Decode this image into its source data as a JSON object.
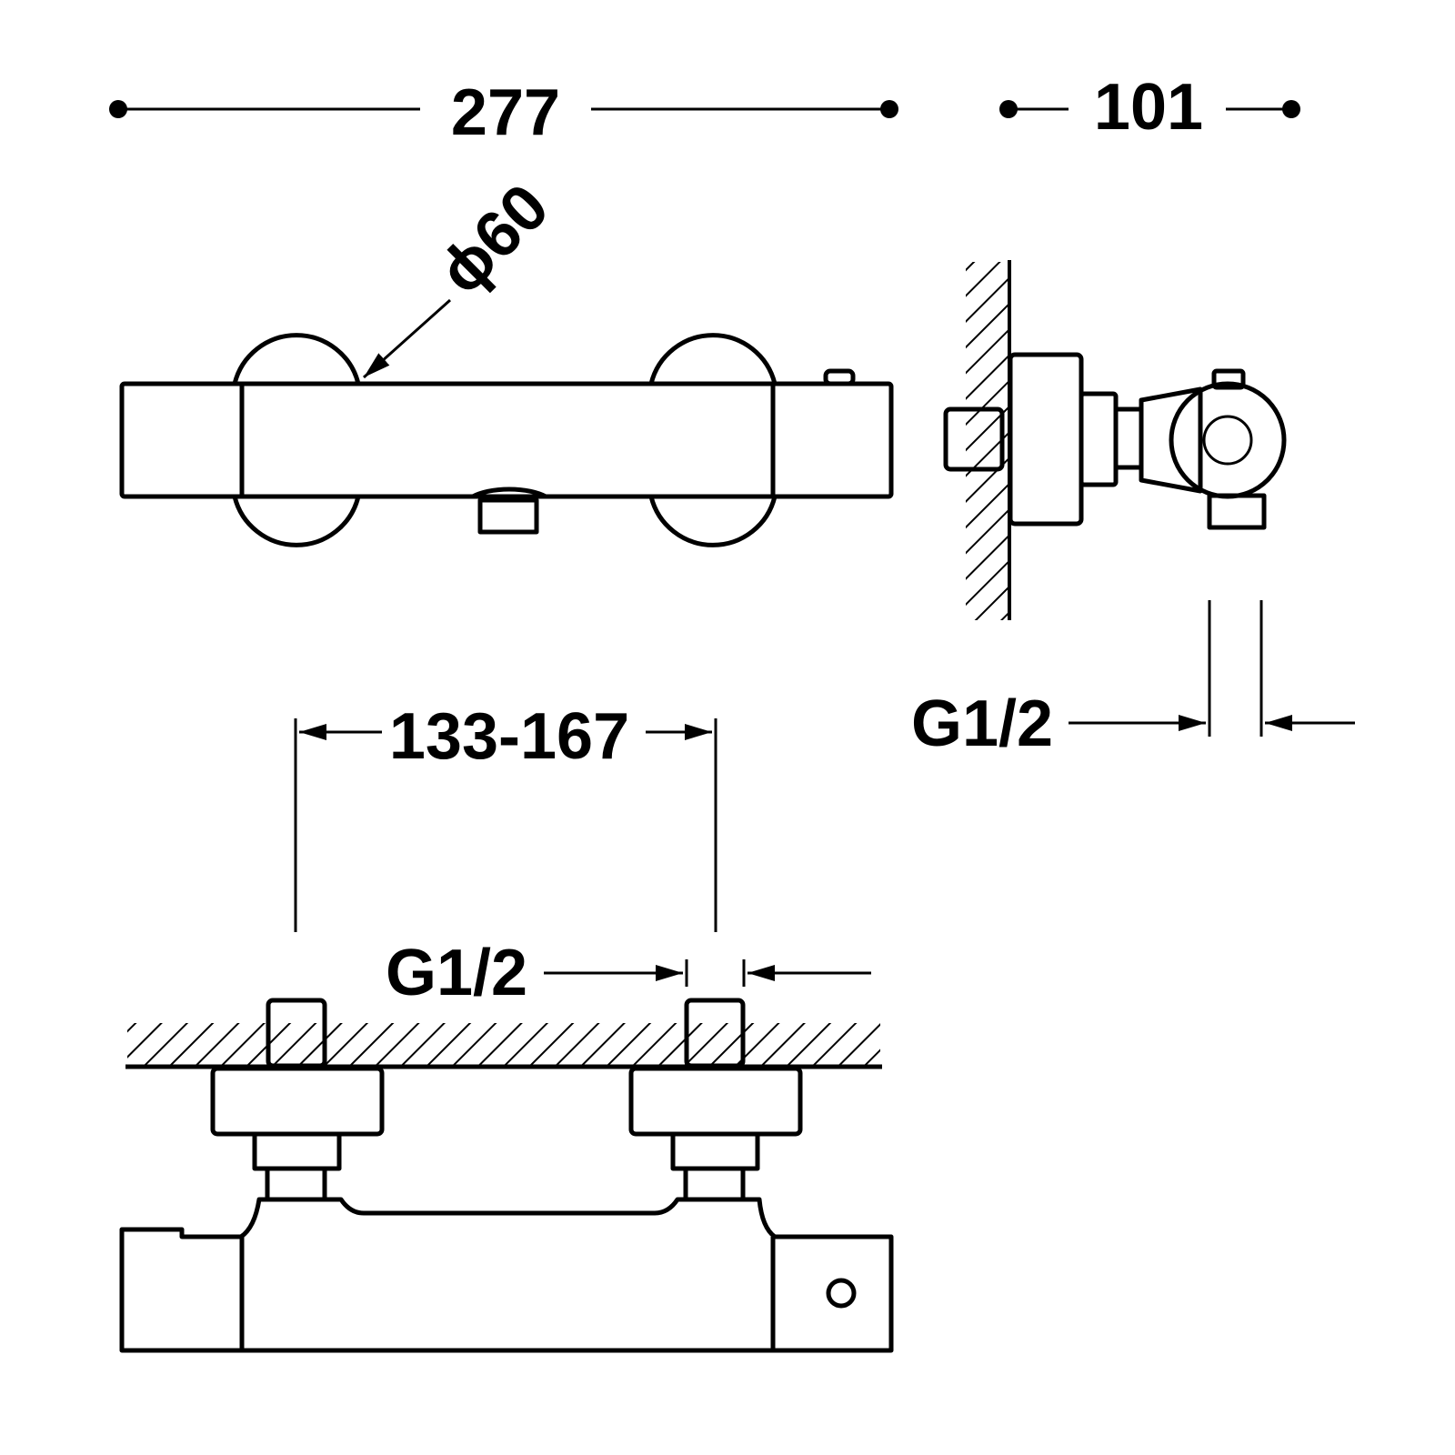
{
  "dimensions": {
    "overall_length": "277",
    "depth": "101",
    "diameter": "ϕ60",
    "center_distance": "133-167",
    "inlet_thread_side": "G1/2",
    "inlet_thread_bottom": "G1/2"
  },
  "colors": {
    "line": "#000000",
    "background": "#ffffff"
  }
}
